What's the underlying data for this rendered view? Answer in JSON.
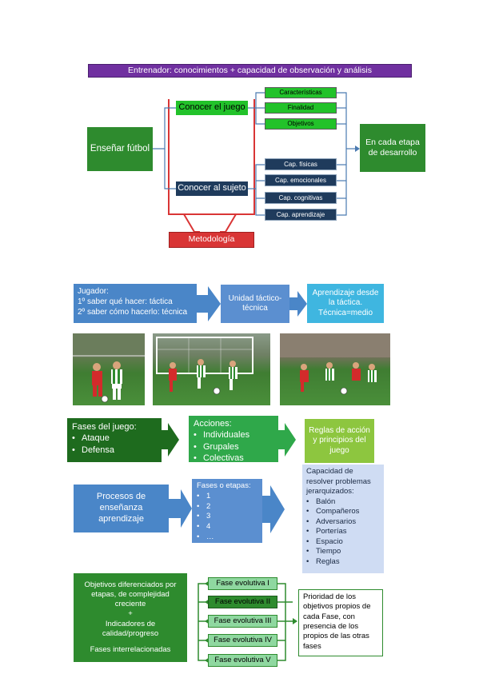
{
  "section1": {
    "title": "Entrenador: conocimientos + capacidad de observación y análisis",
    "teach": "Enseñar fútbol",
    "know_game": "Conocer el juego",
    "know_subject": "Conocer al sujeto",
    "game_items": [
      "Características",
      "Finalidad",
      "Objetivos"
    ],
    "subject_items": [
      "Cap. físicas",
      "Cap. emocionales",
      "Cap. cognitivas",
      "Cap. aprendizaje"
    ],
    "stage": "En cada etapa de desarrollo",
    "methodology": "Metodología"
  },
  "section2": {
    "player_title": "Jugador:",
    "player_line1": "1º saber qué hacer: táctica",
    "player_line2": "2º saber cómo hacerlo: técnica",
    "unit": "Unidad táctico-técnica",
    "learning": "Aprendizaje desde la táctica. Técnica=medio"
  },
  "photos": [
    {
      "label": "football-photo-1"
    },
    {
      "label": "football-photo-2"
    },
    {
      "label": "football-photo-3"
    }
  ],
  "section3": {
    "phases_title": "Fases del juego:",
    "phases": [
      "Ataque",
      "Defensa"
    ],
    "actions_title": "Acciones:",
    "actions": [
      "Individuales",
      "Grupales",
      "Colectivas"
    ],
    "rules": "Reglas de acción y principios del juego"
  },
  "section4": {
    "process": "Procesos de enseñanza aprendizaje",
    "stages_title": "Fases o etapas:",
    "stages": [
      "1",
      "2",
      "3",
      "4",
      "…"
    ],
    "capacity_title": "Capacidad de resolver problemas jerarquizados:",
    "capacity_items": [
      "Balón",
      "Compañeros",
      "Adversarios",
      "Porterías",
      "Espacio",
      "Tiempo",
      "Reglas"
    ]
  },
  "section5": {
    "objectives_line1": "Objetivos diferenciados por etapas, de complejidad creciente",
    "objectives_plus": "+",
    "objectives_line2": "Indicadores de calidad/progreso",
    "objectives_line3": "Fases interrelacionadas",
    "phases": [
      "Fase evolutiva I",
      "Fase evolutiva II",
      "Fase evolutiva III",
      "Fase evolutiva IV",
      "Fase evolutiva V"
    ],
    "priority": "Prioridad de los objetivos propios de cada Fase, con presencia de los propios de las otras fases"
  },
  "colors": {
    "purple": "#7030a0",
    "green": "#2e8b2e",
    "lime": "#22c22a",
    "navy": "#1f3b5c",
    "red": "#d93535",
    "blue": "#4a86c8",
    "lightblue": "#3fb6e0"
  }
}
